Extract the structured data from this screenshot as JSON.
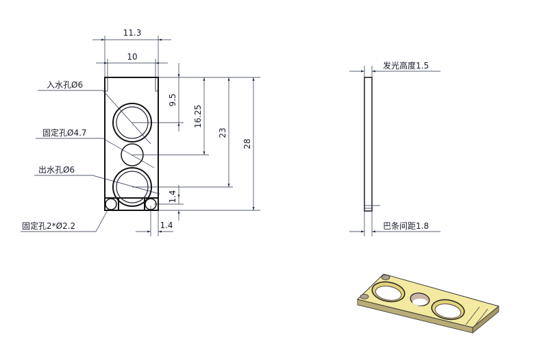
{
  "front_view": {
    "dims": {
      "overall_width": "11.3",
      "inner_width": "10",
      "d1": "9.5",
      "d2": "16.25",
      "d3": "23",
      "d4": "28",
      "edge_v": "1.4",
      "edge_h": "1.4"
    },
    "labels": {
      "inlet": "入水孔Ø6",
      "fix_mid": "固定孔Ø4.7",
      "outlet": "出水孔Ø6",
      "fix_corner": "固定孔2*Ø2.2"
    }
  },
  "side_view": {
    "top_label": "发光高度1.5",
    "bottom_label": "巴条间距1.8"
  },
  "colors": {
    "line": "#1a1a2e",
    "iso_top": "#f3e9a0",
    "iso_side": "#b8ad78"
  }
}
